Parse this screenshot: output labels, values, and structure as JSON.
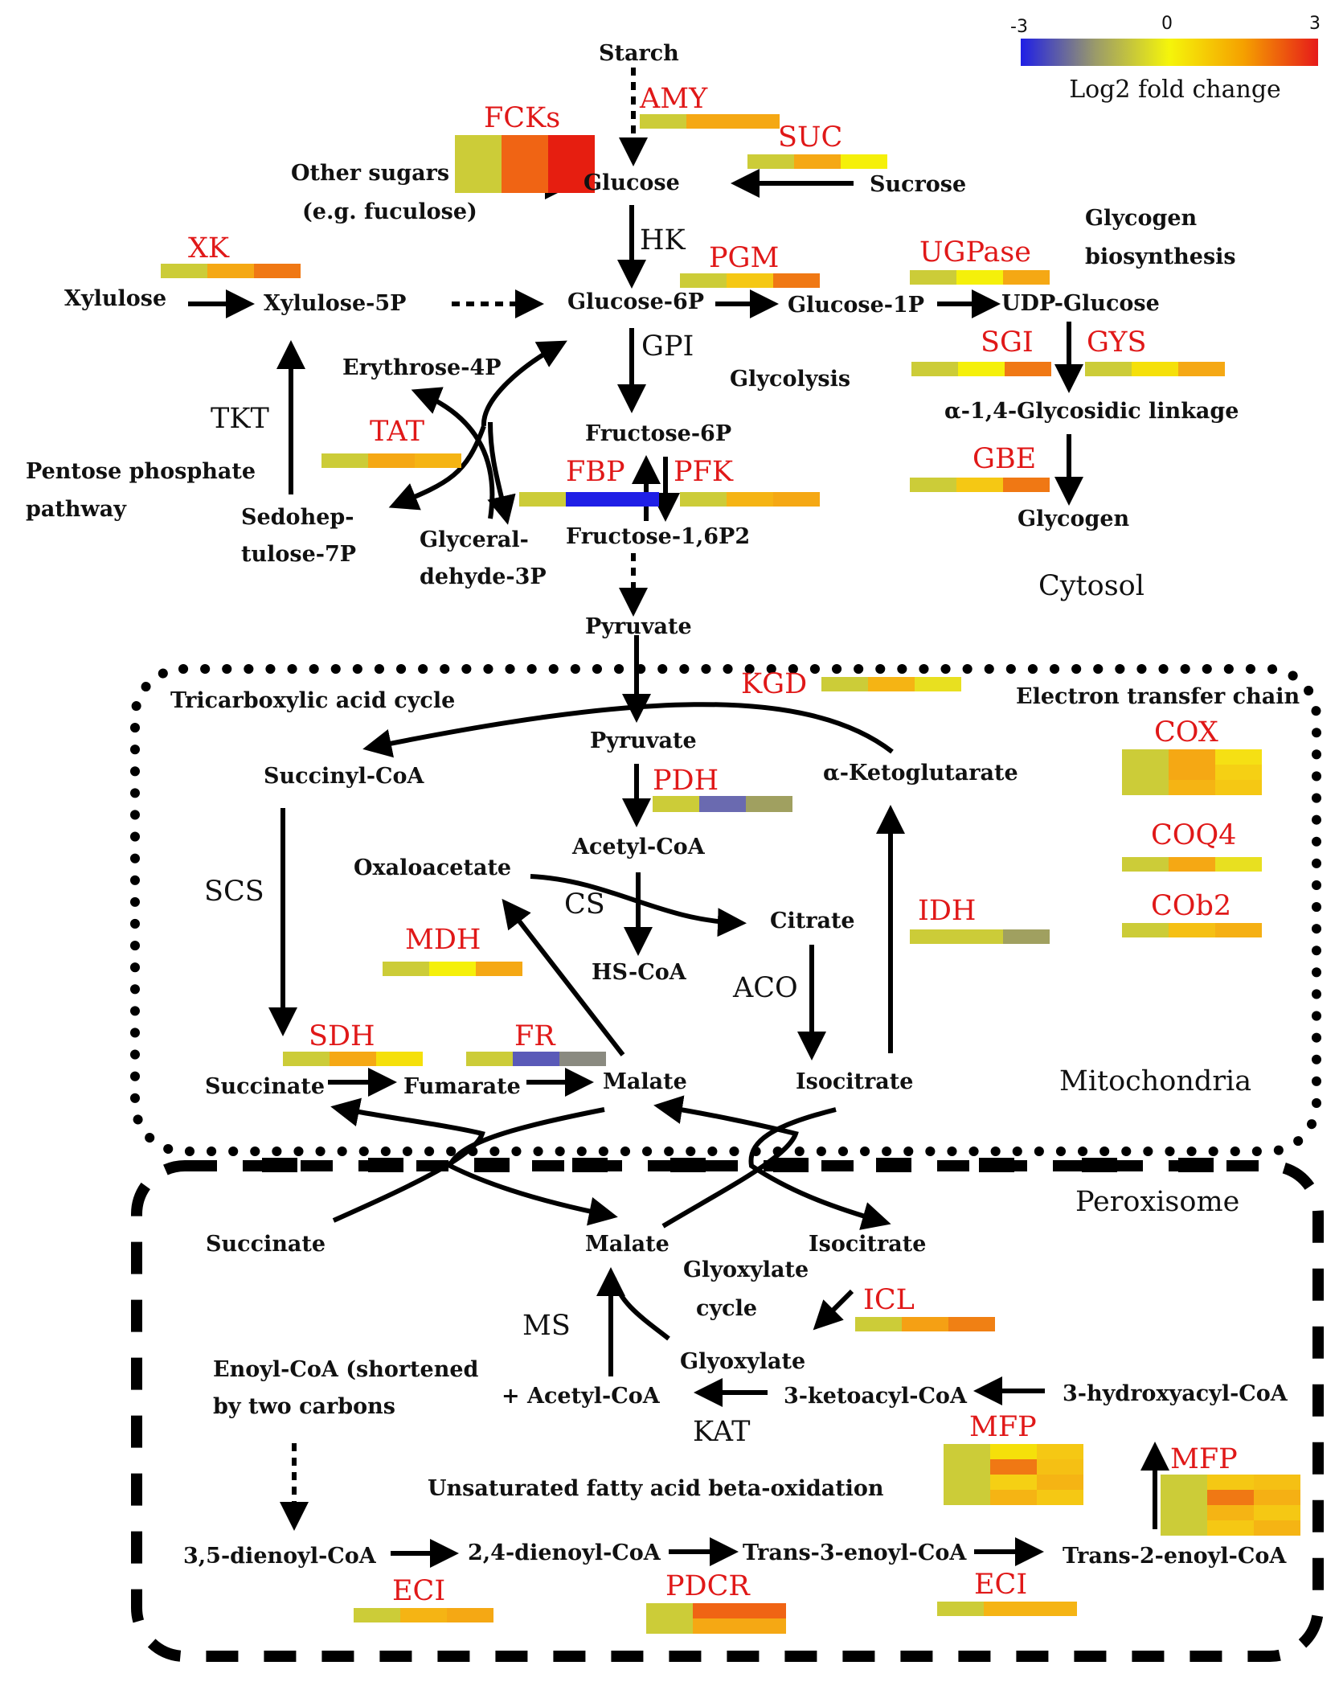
{
  "legend": {
    "min": "-3",
    "mid": "0",
    "max": "3",
    "title": "Log2 fold change",
    "colors": [
      "#1f1fe6",
      "#9a9a6a",
      "#f5f50a",
      "#f5a000",
      "#e61a1a"
    ]
  },
  "compartments": {
    "cytosol": "Cytosol",
    "mitochondria": "Mitochondria",
    "peroxisome": "Peroxisome"
  },
  "pathways": {
    "glycolysis": "Glycolysis",
    "glycogen_line1": "Glycogen",
    "glycogen_line2": "biosynthesis",
    "ppp_line1": "Pentose phosphate",
    "ppp_line2": "pathway",
    "tca": "Tricarboxylic acid cycle",
    "etc": "Electron transfer chain",
    "glyoxylate_line1": "Glyoxylate",
    "glyoxylate_line2": "cycle",
    "ufa": "Unsaturated fatty acid beta-oxidation"
  },
  "metabolites": {
    "starch": "Starch",
    "glucose": "Glucose",
    "sucrose": "Sucrose",
    "other_sugars_1": "Other sugars",
    "other_sugars_2": "(e.g. fuculose)",
    "xylulose": "Xylulose",
    "xylulose5p": "Xylulose-5P",
    "glucose6p": "Glucose-6P",
    "glucose1p": "Glucose-1P",
    "udpglucose": "UDP-Glucose",
    "erythrose4p": "Erythrose-4P",
    "fructose6p": "Fructose-6P",
    "fructose16p2": "Fructose-1,6P2",
    "alpha14": "α-1,4-Glycosidic linkage",
    "glycogen": "Glycogen",
    "sedo_1": "Sedohep-",
    "sedo_2": "tulose-7P",
    "gap_1": "Glyceral-",
    "gap_2": "dehyde-3P",
    "pyruvate_cyt": "Pyruvate",
    "pyruvate_mito": "Pyruvate",
    "succinylcoa": "Succinyl-CoA",
    "akg": "α-Ketoglutarate",
    "acetylcoa": "Acetyl-CoA",
    "oxaloacetate": "Oxaloacetate",
    "citrate": "Citrate",
    "hscoa": "HS-CoA",
    "succinate_mito": "Succinate",
    "fumarate": "Fumarate",
    "malate_mito": "Malate",
    "isocitrate_mito": "Isocitrate",
    "succinate_per": "Succinate",
    "malate_per": "Malate",
    "isocitrate_per": "Isocitrate",
    "glyoxylate": "Glyoxylate",
    "acetylcoa_per": "+ Acetyl-CoA",
    "ketoacyl": "3-ketoacyl-CoA",
    "hydroxyacyl": "3-hydroxyacyl-CoA",
    "enoyl_1": "Enoyl-CoA (shortened",
    "enoyl_2": "by two carbons",
    "dienoyl35": "3,5-dienoyl-CoA",
    "dienoyl24": "2,4-dienoyl-CoA",
    "trans3": "Trans-3-enoyl-CoA",
    "trans2": "Trans-2-enoyl-CoA"
  },
  "step_labels": {
    "hk": "HK",
    "gpi": "GPI",
    "tkt": "TKT",
    "scs": "SCS",
    "cs": "CS",
    "aco": "ACO",
    "ms": "MS",
    "kat": "KAT"
  },
  "enzymes": {
    "amy": "AMY",
    "fcks": "FCKs",
    "suc": "SUC",
    "xk": "XK",
    "pgm": "PGM",
    "ugpase": "UGPase",
    "sgi": "SGI",
    "gys": "GYS",
    "tat": "TAT",
    "fbp": "FBP",
    "pfk": "PFK",
    "gbe": "GBE",
    "kgd": "KGD",
    "pdh": "PDH",
    "cox": "COX",
    "coq4": "COQ4",
    "cob2": "COb2",
    "idh": "IDH",
    "mdh": "MDH",
    "sdh": "SDH",
    "fr": "FR",
    "icl": "ICL",
    "mfp1": "MFP",
    "mfp2": "MFP",
    "eci1": "ECI",
    "pdcr": "PDCR",
    "eci2": "ECI"
  },
  "heatmaps": {
    "amy": [
      [
        "#cccc38",
        "#f5a814",
        "#f5a814"
      ]
    ],
    "fcks": [
      [
        "#cccc38",
        "#f06414",
        "#e61e10"
      ],
      [
        "#cccc38",
        "#f06414",
        "#e61e10"
      ]
    ],
    "suc": [
      [
        "#cccc38",
        "#f5a814",
        "#f5f00a"
      ]
    ],
    "xk": [
      [
        "#cccc38",
        "#f5a814",
        "#f07814"
      ]
    ],
    "pgm": [
      [
        "#cccc38",
        "#f5c814",
        "#f07814"
      ]
    ],
    "ugpase": [
      [
        "#cccc38",
        "#f5f00a",
        "#f5a814"
      ]
    ],
    "sgi": [
      [
        "#cccc38",
        "#f5f00a",
        "#f07814"
      ]
    ],
    "gys": [
      [
        "#cccc38",
        "#f5e00a",
        "#f5a814"
      ]
    ],
    "tat": [
      [
        "#cccc38",
        "#f5a814",
        "#f5b414"
      ]
    ],
    "fbp": [
      [
        "#cccc38",
        "#1f1fe6",
        "#1f1fe6"
      ]
    ],
    "pfk": [
      [
        "#cccc38",
        "#f5b414",
        "#f5a814"
      ]
    ],
    "gbe": [
      [
        "#cccc38",
        "#f5c814",
        "#f07814"
      ]
    ],
    "kgd": [
      [
        "#cccc38",
        "#f5b414",
        "#e8e020"
      ]
    ],
    "pdh": [
      [
        "#cccc38",
        "#6a6ab0",
        "#a0a060"
      ]
    ],
    "cox": [
      [
        "#cccc38",
        "#f5a814",
        "#f5e014"
      ],
      [
        "#cccc38",
        "#f5a814",
        "#f5d014"
      ],
      [
        "#cccc38",
        "#f5b414",
        "#f5c814"
      ]
    ],
    "coq4": [
      [
        "#cccc38",
        "#f5a814",
        "#e8e020"
      ]
    ],
    "cob2": [
      [
        "#cccc38",
        "#f5c014",
        "#f5b014"
      ]
    ],
    "idh": [
      [
        "#cccc38",
        "#cccc38",
        "#a0a060"
      ]
    ],
    "mdh": [
      [
        "#cccc38",
        "#f5f00a",
        "#f5a814"
      ]
    ],
    "sdh": [
      [
        "#cccc38",
        "#f5a814",
        "#f5e00a"
      ]
    ],
    "fr": [
      [
        "#cccc38",
        "#5a5ab8",
        "#8a8a80"
      ]
    ],
    "icl": [
      [
        "#cccc38",
        "#f5a014",
        "#f08014"
      ]
    ],
    "mfp1": [
      [
        "#cccc38",
        "#f5e00a",
        "#f5c814"
      ],
      [
        "#cccc38",
        "#f07814",
        "#f5c014"
      ],
      [
        "#cccc38",
        "#f5d014",
        "#f5b414"
      ],
      [
        "#cccc38",
        "#f5b414",
        "#f5c814"
      ]
    ],
    "mfp2": [
      [
        "#cccc38",
        "#f5c814",
        "#f5c014"
      ],
      [
        "#cccc38",
        "#f07814",
        "#f5b014"
      ],
      [
        "#cccc38",
        "#f5b414",
        "#f5c814"
      ],
      [
        "#cccc38",
        "#f5c814",
        "#f5b414"
      ]
    ],
    "eci1": [
      [
        "#cccc38",
        "#f5b414",
        "#f5a814"
      ]
    ],
    "pdcr": [
      [
        "#cccc38",
        "#f06414",
        "#f06414"
      ],
      [
        "#cccc38",
        "#f5a814",
        "#f5a814"
      ]
    ],
    "eci2": [
      [
        "#cccc38",
        "#f5b414",
        "#f5b414"
      ]
    ]
  }
}
